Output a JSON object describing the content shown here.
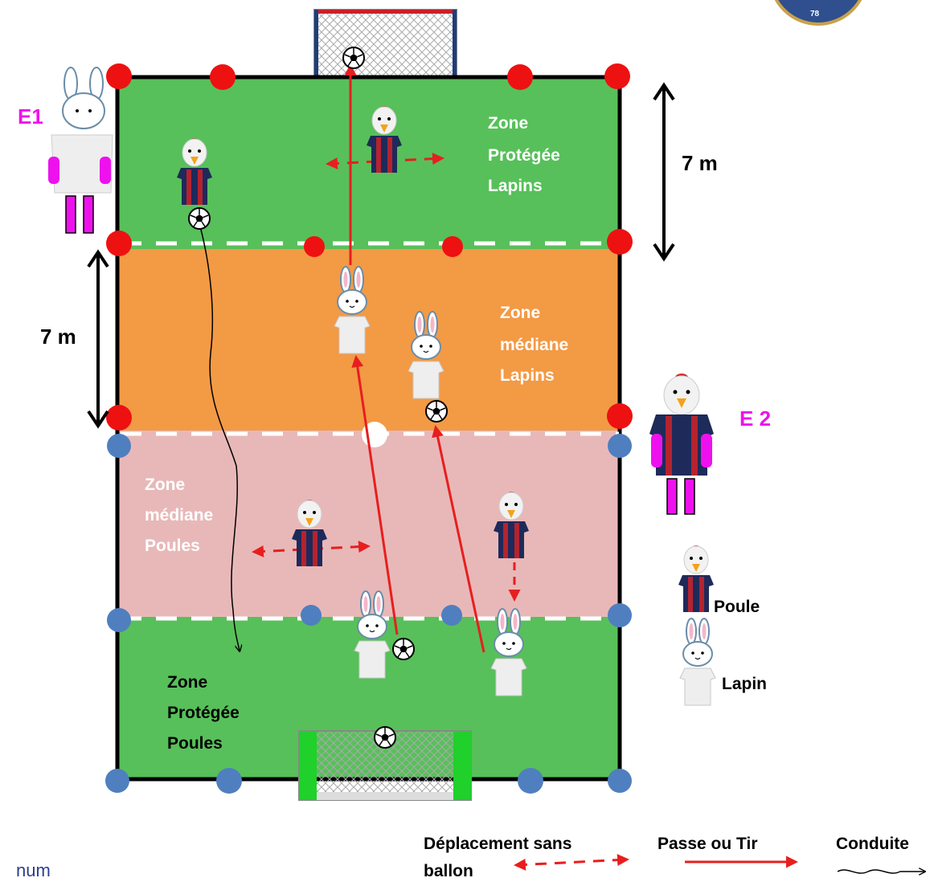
{
  "zones": {
    "top": {
      "lines": [
        "Zone",
        "Protégée",
        "Lapins"
      ],
      "color": "#57c05a",
      "text_color": "#ffffff"
    },
    "mid_top": {
      "lines": [
        "Zone",
        "médiane",
        "Lapins"
      ],
      "color": "#f39a45",
      "text_color": "#ffffff"
    },
    "mid_bottom": {
      "lines": [
        "Zone",
        "médiane",
        "Poules"
      ],
      "color": "#e8b8b8",
      "text_color": "#ffffff"
    },
    "bottom": {
      "lines": [
        "Zone",
        "Protégée",
        "Poules"
      ],
      "color": "#57c05a",
      "text_color": "#000000"
    }
  },
  "distances": {
    "top_right": "7 m",
    "left": "7 m"
  },
  "teams": {
    "e1": "E1",
    "e2": "E 2"
  },
  "key": {
    "poule": "Poule",
    "lapin": "Lapin"
  },
  "legend": {
    "move": [
      "Déplacement sans",
      "ballon"
    ],
    "pass": "Passe ou Tir",
    "dribble": "Conduite"
  },
  "footer_fragment": "num",
  "logo_number": "78",
  "colors": {
    "cone_red": "#ee1111",
    "cone_blue": "#4f7fbf",
    "arrow_red": "#e81e1e",
    "team_magenta": "#ee11ee",
    "jersey_navy": "#1e2a5a",
    "jersey_red": "#b5232f"
  }
}
